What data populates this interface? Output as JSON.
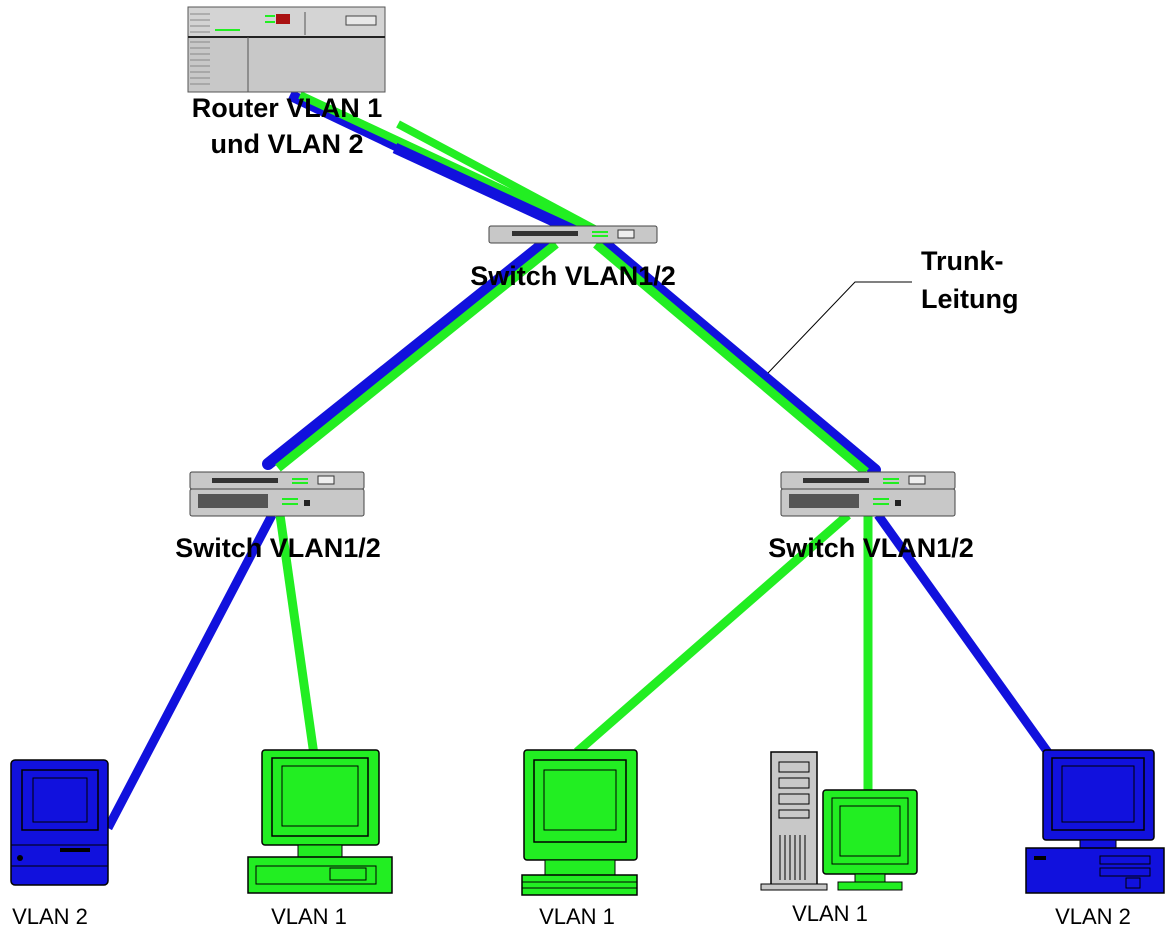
{
  "colors": {
    "vlan1": "#22ee22",
    "vlan2": "#1111dd",
    "device_gray": "#c8c8c8",
    "text": "#000000"
  },
  "router": {
    "label_line1": "Router VLAN 1",
    "label_line2": "und VLAN 2"
  },
  "switches": {
    "top": "Switch VLAN1/2",
    "left": "Switch VLAN1/2",
    "right": "Switch VLAN1/2"
  },
  "trunk": {
    "label_line1": "Trunk-",
    "label_line2": "Leitung"
  },
  "hosts": [
    {
      "label": "VLAN 2",
      "vlan": 2,
      "icon": "mac-computer-icon"
    },
    {
      "label": "VLAN 1",
      "vlan": 1,
      "icon": "desktop-pc-icon"
    },
    {
      "label": "VLAN 1",
      "vlan": 1,
      "icon": "terminal-icon"
    },
    {
      "label": "VLAN 1",
      "vlan": 1,
      "icon": "tower-pc-icon"
    },
    {
      "label": "VLAN 2",
      "vlan": 2,
      "icon": "desktop-pc-icon"
    }
  ]
}
